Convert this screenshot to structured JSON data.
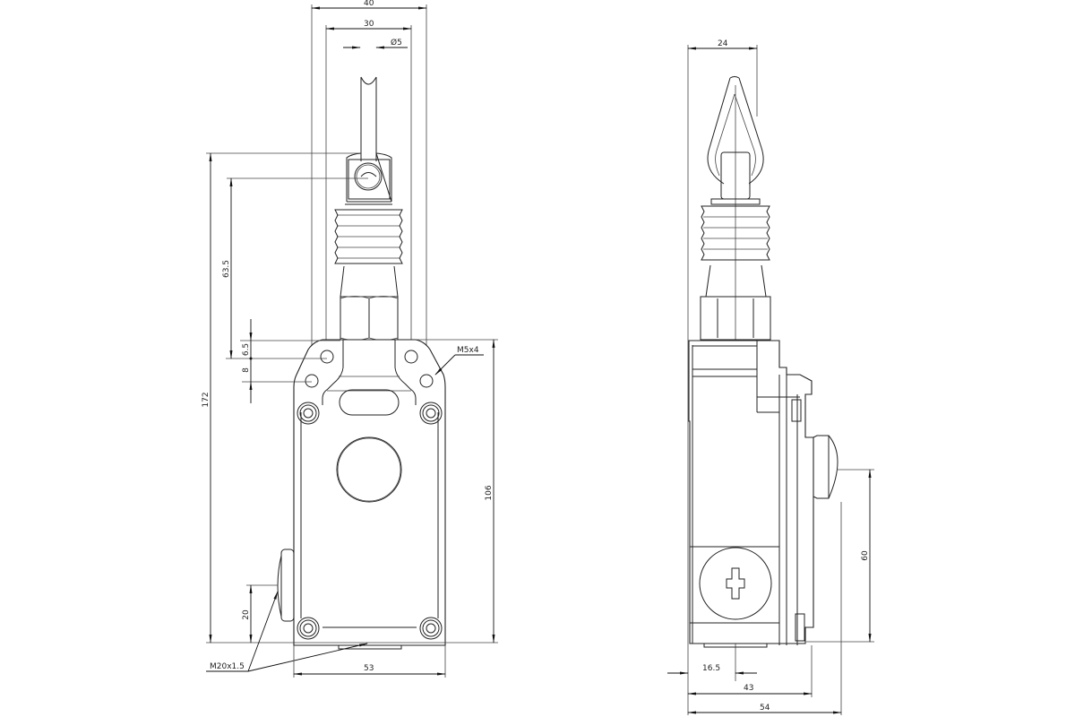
{
  "drawing": {
    "title": "Rope pull switch dimensional drawing",
    "views": [
      "front-view",
      "side-view"
    ],
    "line_color": "#222222",
    "background": "#ffffff"
  },
  "front_view": {
    "dimensions": {
      "width_outer_holes": "40",
      "width_inner_holes": "30",
      "rod_diameter": "Ø5",
      "height_total": "172",
      "height_eye": "63.5",
      "hole_offset_1": "6.5",
      "hole_offset_2": "8",
      "body_height": "106",
      "mounting_thread": "M5x4",
      "conduit_height": "20",
      "conduit_thread": "M20x1.5",
      "body_width": "53"
    }
  },
  "side_view": {
    "dimensions": {
      "eye_width": "24",
      "button_height": "60",
      "center_offset": "16.5",
      "body_depth": "43",
      "total_depth": "54"
    }
  }
}
